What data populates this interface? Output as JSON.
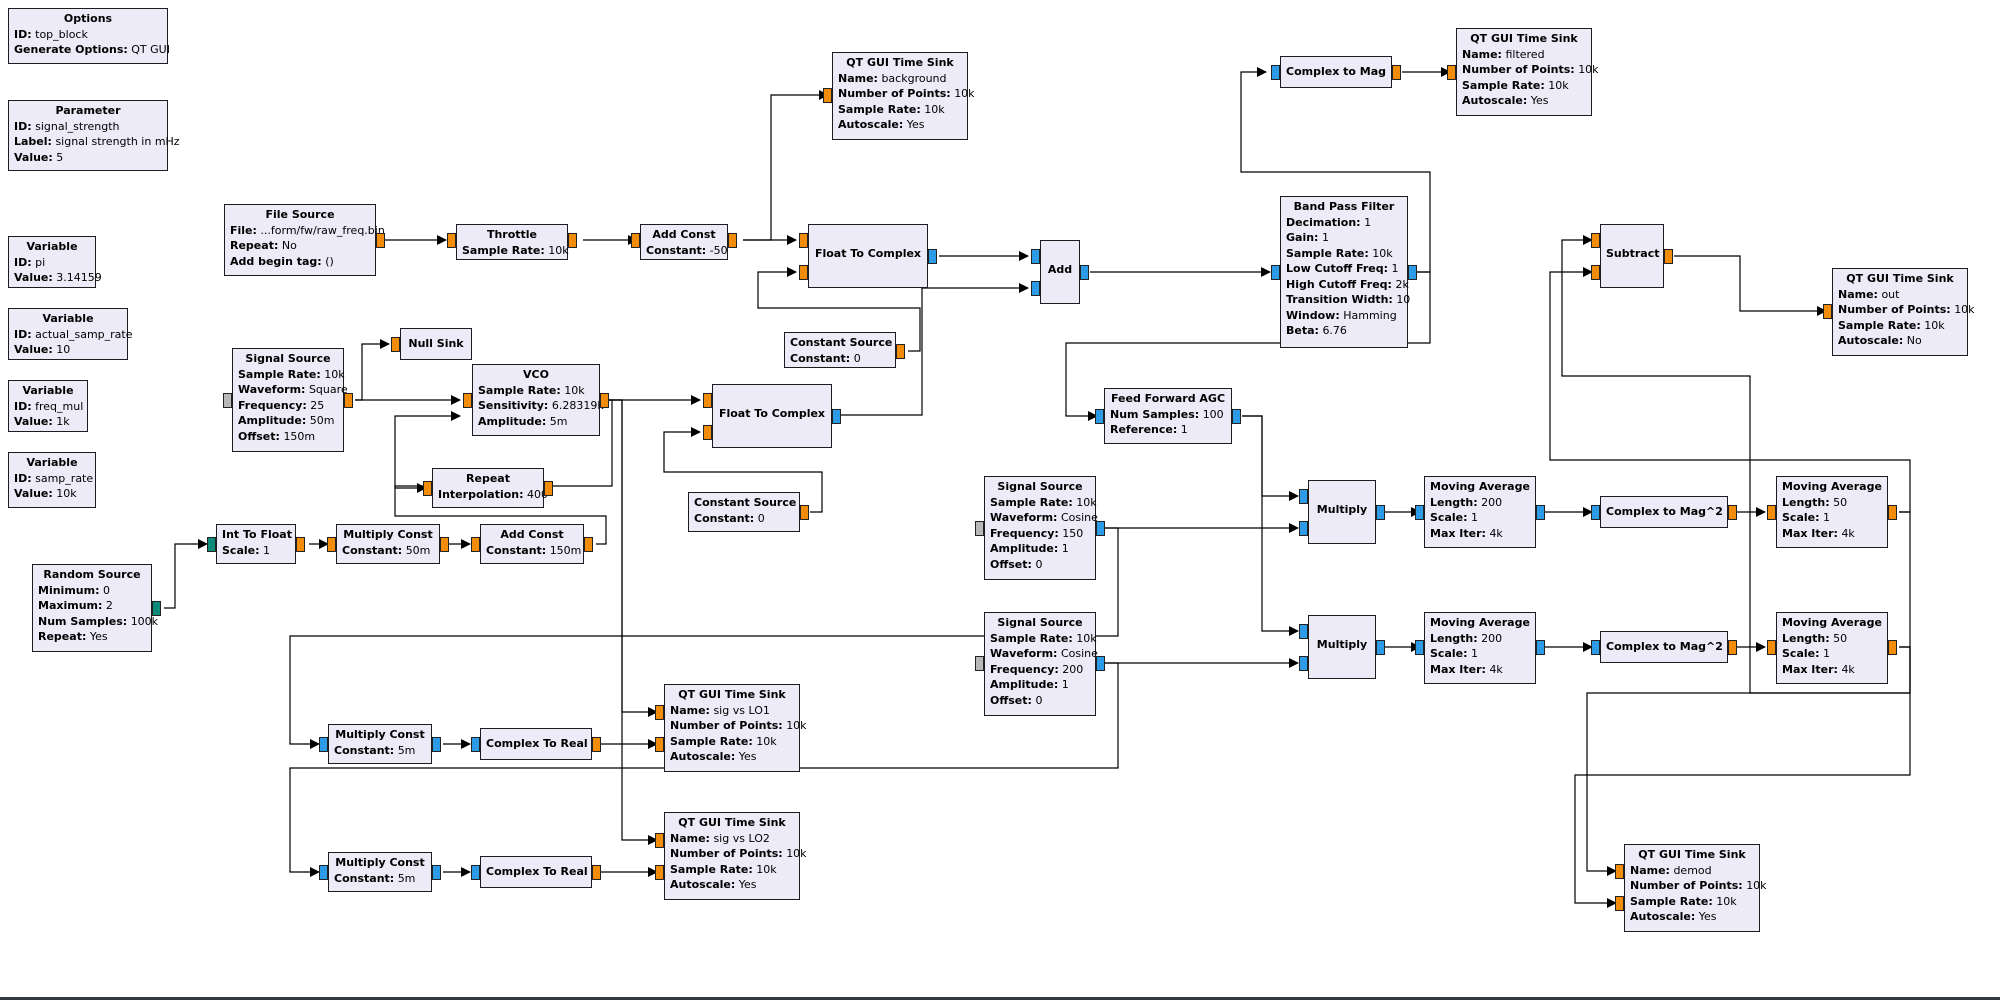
{
  "app": "GNU Radio Companion flow graph",
  "colors": {
    "float_port": "#f28c0a",
    "complex_port": "#2e9be6",
    "int_port": "#0d8a78",
    "message_port": "#b8b8b8",
    "block_fill": "#ecebf7",
    "wire": "#000000"
  },
  "blocks": [
    {
      "id": "options",
      "title": "Options",
      "params": [
        [
          "ID:",
          "top_block"
        ],
        [
          "Generate Options:",
          "QT GUI"
        ]
      ]
    },
    {
      "id": "parameter",
      "title": "Parameter",
      "params": [
        [
          "ID:",
          "signal_strength"
        ],
        [
          "Label:",
          "signal strength in mHz"
        ],
        [
          "Value:",
          "5"
        ]
      ]
    },
    {
      "id": "var_pi",
      "title": "Variable",
      "params": [
        [
          "ID:",
          "pi"
        ],
        [
          "Value:",
          "3.14159"
        ]
      ]
    },
    {
      "id": "var_asr",
      "title": "Variable",
      "params": [
        [
          "ID:",
          "actual_samp_rate"
        ],
        [
          "Value:",
          "10"
        ]
      ]
    },
    {
      "id": "var_fm",
      "title": "Variable",
      "params": [
        [
          "ID:",
          "freq_mul"
        ],
        [
          "Value:",
          "1k"
        ]
      ]
    },
    {
      "id": "var_sr",
      "title": "Variable",
      "params": [
        [
          "ID:",
          "samp_rate"
        ],
        [
          "Value:",
          "10k"
        ]
      ]
    },
    {
      "id": "random_source",
      "title": "Random Source",
      "params": [
        [
          "Minimum:",
          "0"
        ],
        [
          "Maximum:",
          "2"
        ],
        [
          "Num Samples:",
          "100k"
        ],
        [
          "Repeat:",
          "Yes"
        ]
      ]
    },
    {
      "id": "file_source",
      "title": "File Source",
      "params": [
        [
          "File:",
          "...form/fw/raw_freq.bin"
        ],
        [
          "Repeat:",
          "No"
        ],
        [
          "Add begin tag:",
          "()"
        ]
      ]
    },
    {
      "id": "throttle",
      "title": "Throttle",
      "params": [
        [
          "Sample Rate:",
          "10k"
        ]
      ]
    },
    {
      "id": "add_const_1",
      "title": "Add Const",
      "params": [
        [
          "Constant:",
          "-50"
        ]
      ]
    },
    {
      "id": "sink_background",
      "title": "QT GUI Time Sink",
      "params": [
        [
          "Name:",
          "background"
        ],
        [
          "Number of Points:",
          "10k"
        ],
        [
          "Sample Rate:",
          "10k"
        ],
        [
          "Autoscale:",
          "Yes"
        ]
      ]
    },
    {
      "id": "f2c_1",
      "title": "Float To Complex",
      "params": []
    },
    {
      "id": "const_src_1",
      "title": "Constant Source",
      "params": [
        [
          "Constant:",
          "0"
        ]
      ]
    },
    {
      "id": "add",
      "title": "Add",
      "params": []
    },
    {
      "id": "bpf",
      "title": "Band Pass Filter",
      "params": [
        [
          "Decimation:",
          "1"
        ],
        [
          "Gain:",
          "1"
        ],
        [
          "Sample Rate:",
          "10k"
        ],
        [
          "Low Cutoff Freq:",
          "1"
        ],
        [
          "High Cutoff Freq:",
          "2k"
        ],
        [
          "Transition Width:",
          "10"
        ],
        [
          "Window:",
          "Hamming"
        ],
        [
          "Beta:",
          "6.76"
        ]
      ]
    },
    {
      "id": "c2mag",
      "title": "Complex to Mag",
      "params": []
    },
    {
      "id": "sink_filtered",
      "title": "QT GUI Time Sink",
      "params": [
        [
          "Name:",
          "filtered"
        ],
        [
          "Number of Points:",
          "10k"
        ],
        [
          "Sample Rate:",
          "10k"
        ],
        [
          "Autoscale:",
          "Yes"
        ]
      ]
    },
    {
      "id": "signal_source_sq",
      "title": "Signal Source",
      "params": [
        [
          "Sample Rate:",
          "10k"
        ],
        [
          "Waveform:",
          "Square"
        ],
        [
          "Frequency:",
          "25"
        ],
        [
          "Amplitude:",
          "50m"
        ],
        [
          "Offset:",
          "150m"
        ]
      ]
    },
    {
      "id": "null_sink",
      "title": "Null Sink",
      "params": []
    },
    {
      "id": "vco",
      "title": "VCO",
      "params": [
        [
          "Sample Rate:",
          "10k"
        ],
        [
          "Sensitivity:",
          "6.28319k"
        ],
        [
          "Amplitude:",
          "5m"
        ]
      ]
    },
    {
      "id": "f2c_2",
      "title": "Float To Complex",
      "params": []
    },
    {
      "id": "const_src_2",
      "title": "Constant Source",
      "params": [
        [
          "Constant:",
          "0"
        ]
      ]
    },
    {
      "id": "repeat",
      "title": "Repeat",
      "params": [
        [
          "Interpolation:",
          "400"
        ]
      ]
    },
    {
      "id": "int_to_float",
      "title": "Int To Float",
      "params": [
        [
          "Scale:",
          "1"
        ]
      ]
    },
    {
      "id": "mult_const_50m",
      "title": "Multiply Const",
      "params": [
        [
          "Constant:",
          "50m"
        ]
      ]
    },
    {
      "id": "add_const_2",
      "title": "Add Const",
      "params": [
        [
          "Constant:",
          "150m"
        ]
      ]
    },
    {
      "id": "ffagc",
      "title": "Feed Forward AGC",
      "params": [
        [
          "Num Samples:",
          "100"
        ],
        [
          "Reference:",
          "1"
        ]
      ]
    },
    {
      "id": "sig_cos_150",
      "title": "Signal Source",
      "params": [
        [
          "Sample Rate:",
          "10k"
        ],
        [
          "Waveform:",
          "Cosine"
        ],
        [
          "Frequency:",
          "150"
        ],
        [
          "Amplitude:",
          "1"
        ],
        [
          "Offset:",
          "0"
        ]
      ]
    },
    {
      "id": "sig_cos_200",
      "title": "Signal Source",
      "params": [
        [
          "Sample Rate:",
          "10k"
        ],
        [
          "Waveform:",
          "Cosine"
        ],
        [
          "Frequency:",
          "200"
        ],
        [
          "Amplitude:",
          "1"
        ],
        [
          "Offset:",
          "0"
        ]
      ]
    },
    {
      "id": "multiply_1",
      "title": "Multiply",
      "params": []
    },
    {
      "id": "multiply_2",
      "title": "Multiply",
      "params": []
    },
    {
      "id": "mavg_1",
      "title": "Moving Average",
      "params": [
        [
          "Length:",
          "200"
        ],
        [
          "Scale:",
          "1"
        ],
        [
          "Max Iter:",
          "4k"
        ]
      ]
    },
    {
      "id": "mavg_2",
      "title": "Moving Average",
      "params": [
        [
          "Length:",
          "200"
        ],
        [
          "Scale:",
          "1"
        ],
        [
          "Max Iter:",
          "4k"
        ]
      ]
    },
    {
      "id": "c2magsq_1",
      "title": "Complex to Mag^2",
      "params": []
    },
    {
      "id": "c2magsq_2",
      "title": "Complex to Mag^2",
      "params": []
    },
    {
      "id": "mavg_3",
      "title": "Moving Average",
      "params": [
        [
          "Length:",
          "50"
        ],
        [
          "Scale:",
          "1"
        ],
        [
          "Max Iter:",
          "4k"
        ]
      ]
    },
    {
      "id": "mavg_4",
      "title": "Moving Average",
      "params": [
        [
          "Length:",
          "50"
        ],
        [
          "Scale:",
          "1"
        ],
        [
          "Max Iter:",
          "4k"
        ]
      ]
    },
    {
      "id": "subtract",
      "title": "Subtract",
      "params": []
    },
    {
      "id": "sink_out",
      "title": "QT GUI Time Sink",
      "params": [
        [
          "Name:",
          "out"
        ],
        [
          "Number of Points:",
          "10k"
        ],
        [
          "Sample Rate:",
          "10k"
        ],
        [
          "Autoscale:",
          "No"
        ]
      ]
    },
    {
      "id": "mult_const_5m_1",
      "title": "Multiply Const",
      "params": [
        [
          "Constant:",
          "5m"
        ]
      ]
    },
    {
      "id": "c2real_1",
      "title": "Complex To Real",
      "params": []
    },
    {
      "id": "sink_lo1",
      "title": "QT GUI Time Sink",
      "params": [
        [
          "Name:",
          "sig vs LO1"
        ],
        [
          "Number of Points:",
          "10k"
        ],
        [
          "Sample Rate:",
          "10k"
        ],
        [
          "Autoscale:",
          "Yes"
        ]
      ]
    },
    {
      "id": "mult_const_5m_2",
      "title": "Multiply Const",
      "params": [
        [
          "Constant:",
          "5m"
        ]
      ]
    },
    {
      "id": "c2real_2",
      "title": "Complex To Real",
      "params": []
    },
    {
      "id": "sink_lo2",
      "title": "QT GUI Time Sink",
      "params": [
        [
          "Name:",
          "sig vs LO2"
        ],
        [
          "Number of Points:",
          "10k"
        ],
        [
          "Sample Rate:",
          "10k"
        ],
        [
          "Autoscale:",
          "Yes"
        ]
      ]
    },
    {
      "id": "sink_demod",
      "title": "QT GUI Time Sink",
      "params": [
        [
          "Name:",
          "demod"
        ],
        [
          "Number of Points:",
          "10k"
        ],
        [
          "Sample Rate:",
          "10k"
        ],
        [
          "Autoscale:",
          "Yes"
        ]
      ]
    }
  ]
}
